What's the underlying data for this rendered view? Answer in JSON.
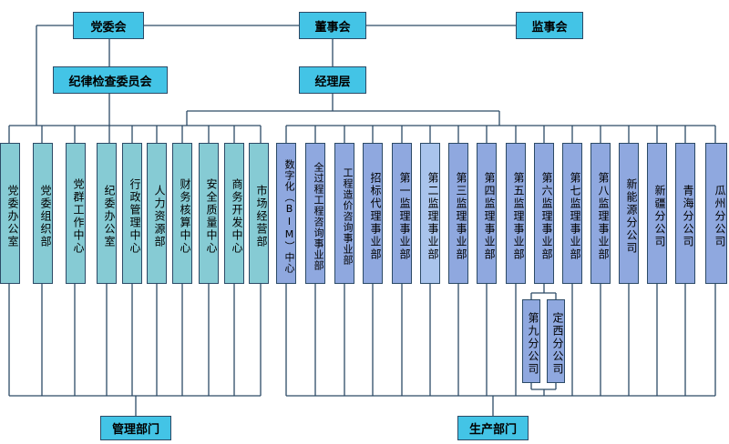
{
  "top": {
    "party_committee": "党委会",
    "board": "董事会",
    "supervisors": "监事会",
    "discipline": "纪律检查委员会",
    "management": "经理层"
  },
  "management_departments": [
    "党委办公室",
    "党委组织部",
    "党群工作中心",
    "纪委办公室",
    "行政管理中心",
    "人力资源部",
    "财务核算中心",
    "安全质量中心",
    "商务开发中心",
    "市场经营部"
  ],
  "production_departments": [
    "数字化（BIM）中心",
    "全过程工程咨询事业部",
    "工程造价咨询事业部",
    "招标代理事业部",
    "第一监理事业部",
    "第二监理事业部",
    "第三监理事业部",
    "第四监理事业部",
    "第五监理事业部",
    "第六监理事业部",
    "第七监理事业部",
    "第八监理事业部",
    "新能源分公司",
    "新疆分公司",
    "青海分公司",
    "瓜州分公司"
  ],
  "sub_branches": [
    "第九分公司",
    "定西分公司"
  ],
  "footer": {
    "management_label": "管理部门",
    "production_label": "生产部门"
  },
  "colors": {
    "header_box": "#43c4e6",
    "management_box": "#86cbd4",
    "production_box": "#8fa8df",
    "highlight_box": "#a9c4ec",
    "line": "#2c4a66"
  }
}
